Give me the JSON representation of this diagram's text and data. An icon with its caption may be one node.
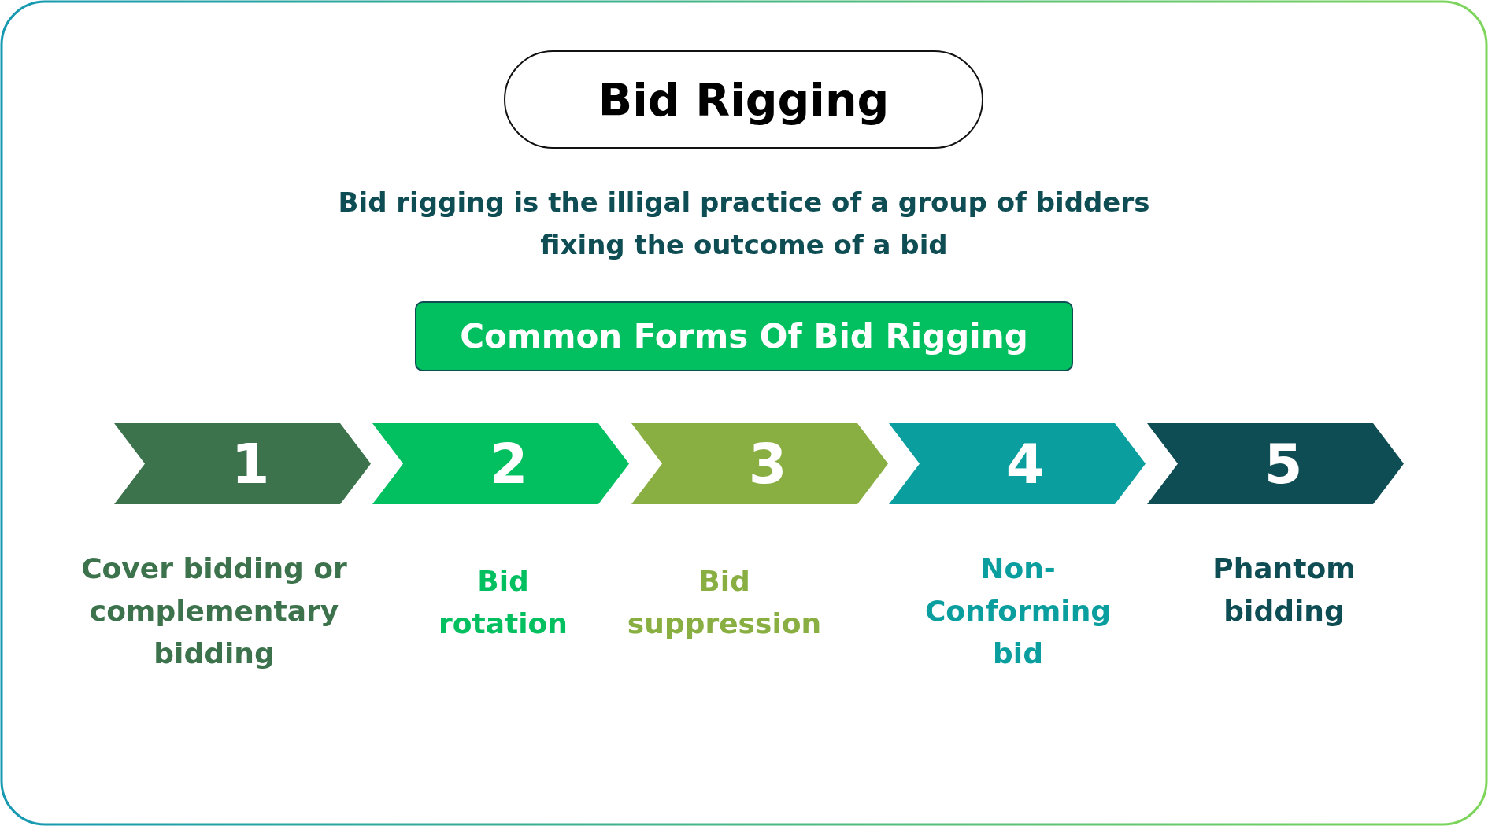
{
  "diagram": {
    "title": "Bid Rigging",
    "nodes": [
      {
        "text": [
          "Common Forms Of Bid Rigging"
        ]
      },
      {
        "text": [
          "1"
        ],
        "beside": [
          "Cover bidding or complementary bidding"
        ]
      },
      {
        "text": [
          "2"
        ],
        "beside": [
          "Bid rotation"
        ]
      },
      {
        "text": [
          "3"
        ],
        "beside": [
          "Bid suppression"
        ]
      },
      {
        "text": [
          "4"
        ],
        "beside": [
          "Non-Conforming bid"
        ]
      },
      {
        "text": [
          "5"
        ],
        "beside": [
          "Phantom bidding"
        ]
      }
    ],
    "labels": [
      "Bid rigging is the illigal practice of a group of bidders fixing the outcome of a bid"
    ]
  }
}
